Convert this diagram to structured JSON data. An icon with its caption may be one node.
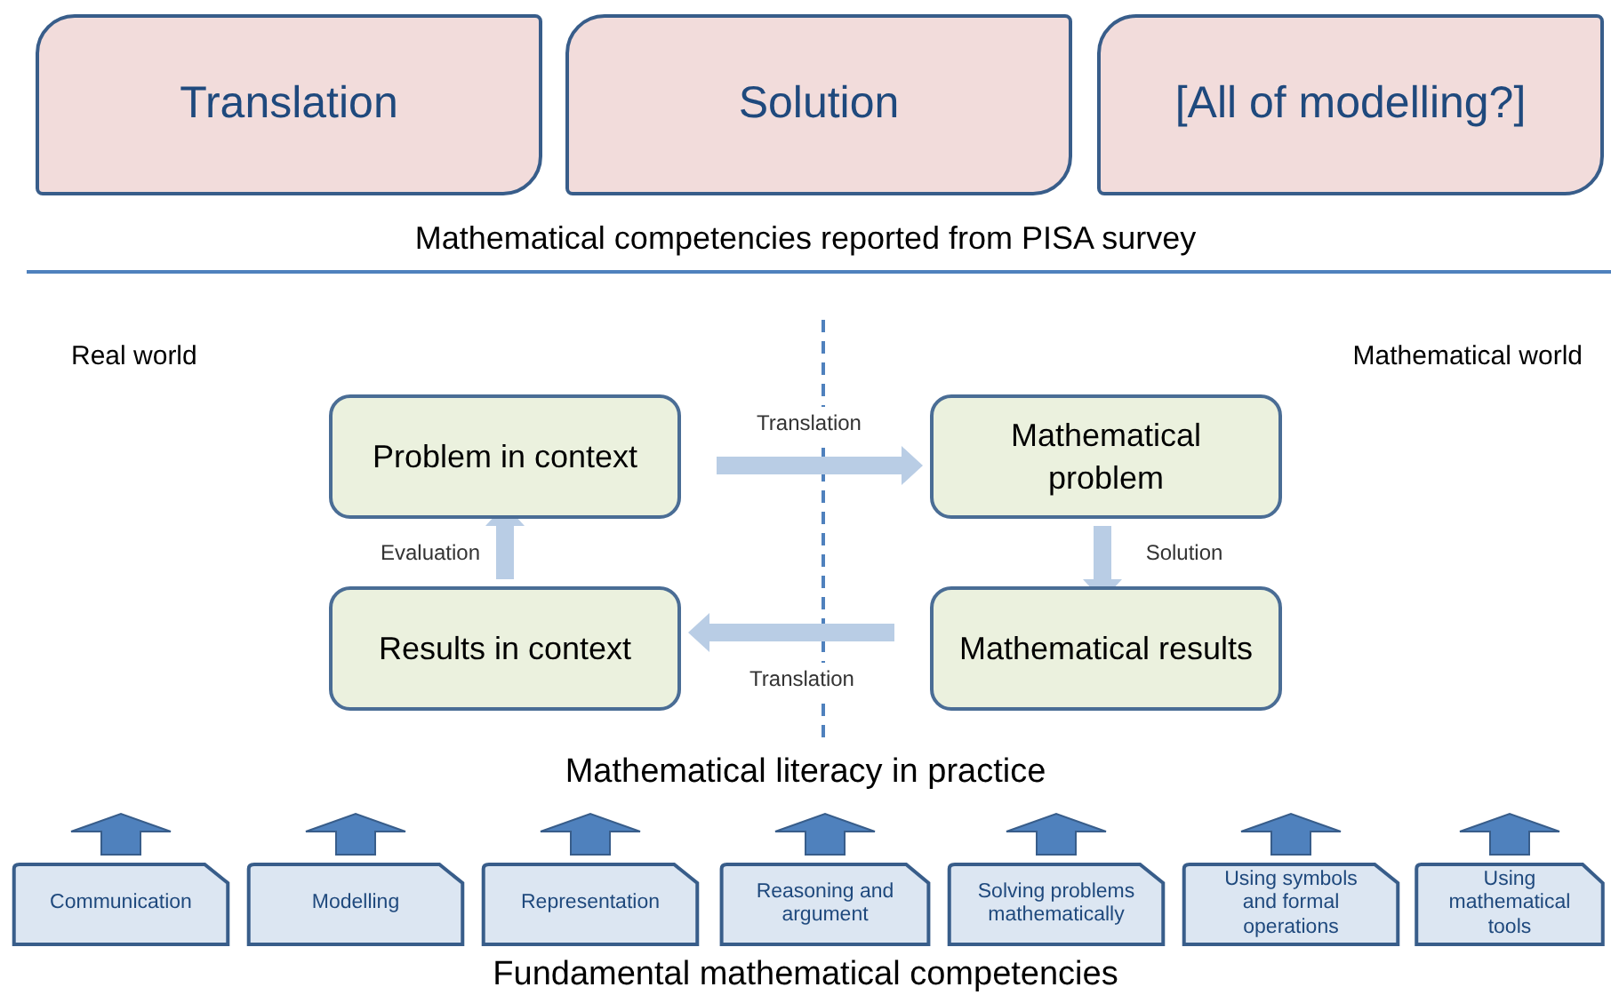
{
  "diagram": {
    "nodes": [
      {
        "text": [
          "Translation"
        ]
      },
      {
        "text": [
          "Solution"
        ]
      },
      {
        "text": [
          "[All of modelling?]"
        ]
      },
      {
        "text": [
          "Problem in context"
        ]
      },
      {
        "text": [
          "Mathematical problem"
        ]
      },
      {
        "text": [
          "Results in context"
        ]
      },
      {
        "text": [
          "Mathematical results"
        ]
      },
      {
        "text": [
          "Communication"
        ]
      },
      {
        "text": [
          "Modelling"
        ]
      },
      {
        "text": [
          "Representation"
        ]
      },
      {
        "text": [
          "Reasoning and argument"
        ]
      },
      {
        "text": [
          "Solving problems mathematically"
        ]
      },
      {
        "text": [
          "Using symbols and formal operations"
        ]
      },
      {
        "text": [
          "Using mathematical tools"
        ]
      }
    ],
    "edges": [
      {
        "from": 3,
        "to": 4,
        "arrow": "to",
        "label": "Translation",
        "color": "#b9cde5"
      },
      {
        "from": 4,
        "to": 6,
        "arrow": "to",
        "label": "Solution",
        "color": "#b9cde5"
      },
      {
        "from": 6,
        "to": 5,
        "arrow": "to",
        "label": "Translation",
        "color": "#b9cde5"
      },
      {
        "from": 5,
        "to": 3,
        "arrow": "to",
        "label": "Evaluation",
        "color": "#b9cde5"
      },
      {
        "from": 7,
        "to": null,
        "arrow": "to"
      },
      {
        "from": 8,
        "to": null,
        "arrow": "to"
      },
      {
        "from": 9,
        "to": null,
        "arrow": "to"
      },
      {
        "from": 10,
        "to": null,
        "arrow": "to"
      },
      {
        "from": 11,
        "to": null,
        "arrow": "to"
      },
      {
        "from": 12,
        "to": null,
        "arrow": "to"
      },
      {
        "from": 13,
        "to": null,
        "arrow": "to"
      }
    ],
    "labels": [
      "Mathematical competencies reported from PISA survey",
      "Real world",
      "Mathematical world",
      "Mathematical literacy in practice",
      "Fundamental mathematical competencies"
    ]
  }
}
